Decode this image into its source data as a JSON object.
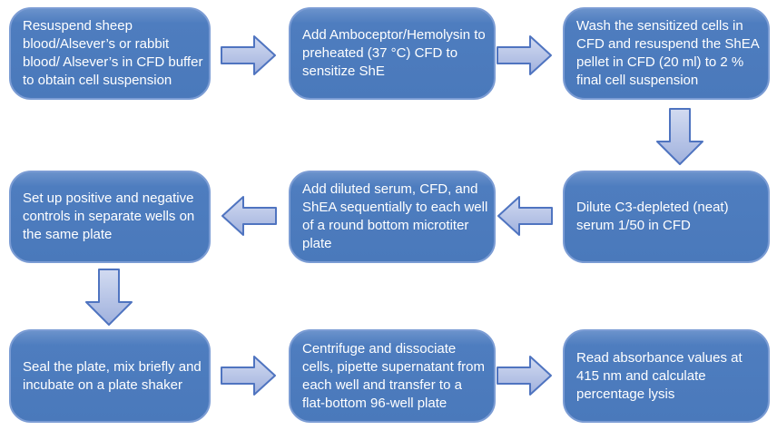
{
  "flowchart": {
    "description": "Hemolytic assay procedure flowchart",
    "steps": [
      {
        "id": 1,
        "label": "Resuspend sheep blood/Alsever’s or rabbit blood/ Alsever’s in CFD buffer to obtain cell suspension"
      },
      {
        "id": 2,
        "label": "Add Amboceptor/Hemolysin to preheated (37 °C) CFD to sensitize ShE"
      },
      {
        "id": 3,
        "label": "Wash the sensitized cells in CFD and resuspend the ShEA pellet in CFD (20 ml) to 2 % final cell suspension"
      },
      {
        "id": 4,
        "label": "Dilute C3-depleted (neat) serum 1/50 in CFD"
      },
      {
        "id": 5,
        "label": "Add diluted serum, CFD, and ShEA sequentially to each well of a round bottom microtiter plate"
      },
      {
        "id": 6,
        "label": "Set up positive and negative controls in separate wells on the same plate"
      },
      {
        "id": 7,
        "label": "Seal the plate, mix briefly and incubate on a plate shaker"
      },
      {
        "id": 8,
        "label": "Centrifuge and dissociate cells, pipette supernatant from each well and transfer to a flat-bottom 96-well plate"
      },
      {
        "id": 9,
        "label": "Read absorbance values at 415 nm and calculate percentage lysis"
      }
    ],
    "connections": [
      {
        "from": 1,
        "to": 2,
        "direction": "right"
      },
      {
        "from": 2,
        "to": 3,
        "direction": "right"
      },
      {
        "from": 3,
        "to": 4,
        "direction": "down"
      },
      {
        "from": 4,
        "to": 5,
        "direction": "left"
      },
      {
        "from": 5,
        "to": 6,
        "direction": "left"
      },
      {
        "from": 6,
        "to": 7,
        "direction": "down"
      },
      {
        "from": 7,
        "to": 8,
        "direction": "right"
      },
      {
        "from": 8,
        "to": 9,
        "direction": "right"
      }
    ],
    "colors": {
      "background": "#ffffff",
      "box_fill": "#4a79bb",
      "box_fill_highlight": "#6a92cb",
      "box_border": "#7b9cd4",
      "box_text": "#ffffff",
      "arrow_fill_top": "#d2dbf1",
      "arrow_fill_bottom": "#a0b1dd",
      "arrow_border": "#4f74c0"
    }
  }
}
